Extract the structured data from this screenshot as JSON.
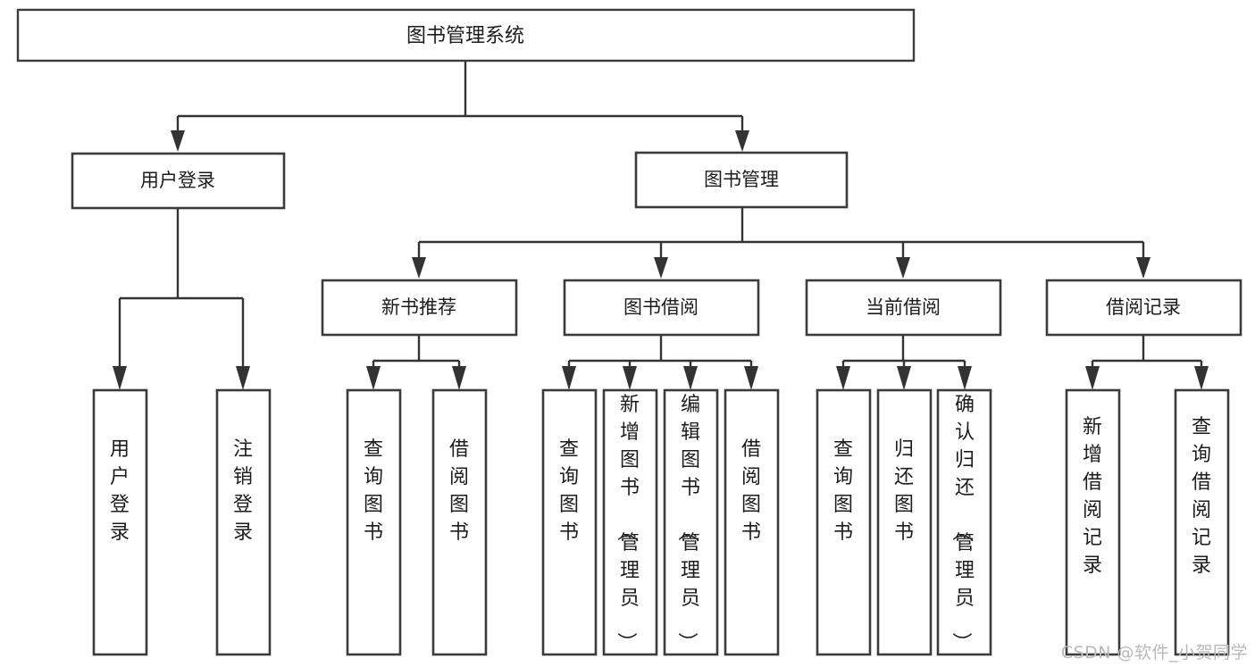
{
  "diagram": {
    "title": "图书管理系统",
    "type": "hierarchy-tree",
    "watermark": "CSDN @软件_小贺同学",
    "colors": {
      "box_stroke": "#3b3b3b",
      "connector": "#333333",
      "background": "#ffffff",
      "text": "#1c1c1c",
      "watermark": "#b9b9b9"
    },
    "root": {
      "label": "图书管理系统"
    },
    "level2": [
      {
        "label": "用户登录"
      },
      {
        "label": "图书管理"
      }
    ],
    "level3": [
      {
        "label": "新书推荐"
      },
      {
        "label": "图书借阅"
      },
      {
        "label": "当前借阅"
      },
      {
        "label": "借阅记录"
      }
    ],
    "leaves": {
      "user_login": [
        {
          "label": "用户登录"
        },
        {
          "label": "注销登录"
        }
      ],
      "new_book_recommend": [
        {
          "label": "查询图书"
        },
        {
          "label": "借阅图书"
        }
      ],
      "book_borrow": [
        {
          "label": "查询图书"
        },
        {
          "label": "新增图书（管理员）"
        },
        {
          "label": "编辑图书（管理员）"
        },
        {
          "label": "借阅图书"
        }
      ],
      "current_borrow": [
        {
          "label": "查询图书"
        },
        {
          "label": "归还图书"
        },
        {
          "label": "确认归还（管理员）"
        }
      ],
      "borrow_records": [
        {
          "label": "新增借阅记录"
        },
        {
          "label": "查询借阅记录"
        }
      ]
    }
  }
}
